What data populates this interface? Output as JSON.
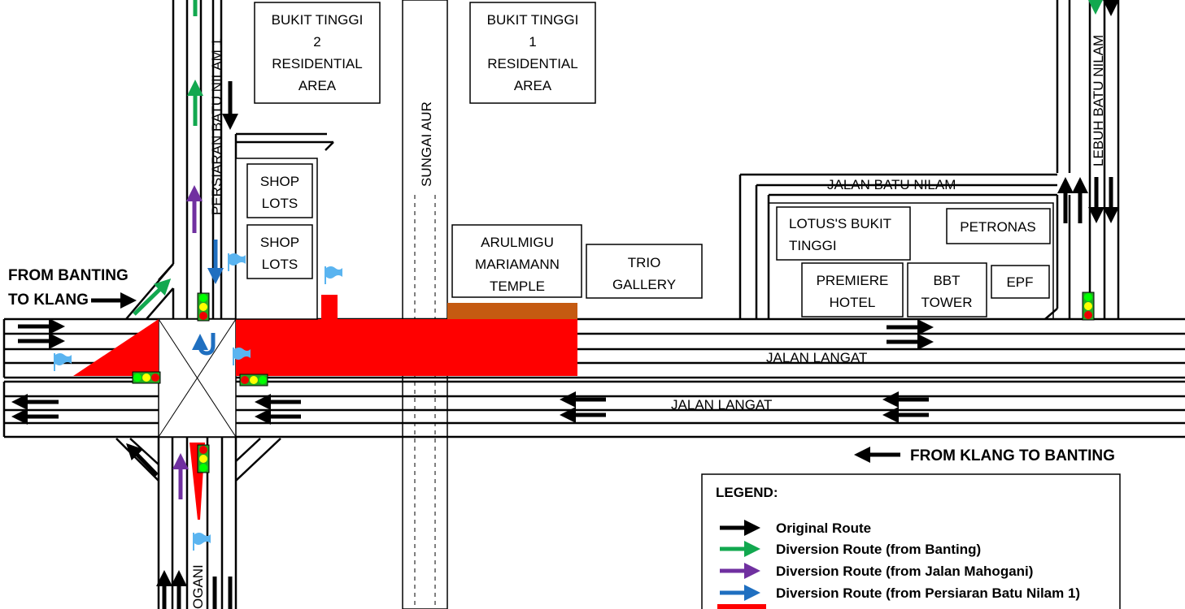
{
  "title": "Traffic diversion plan - Jalan Langat",
  "buildings": {
    "bukit_tinggi_2": [
      "BUKIT TINGGI",
      "2",
      "RESIDENTIAL",
      "AREA"
    ],
    "bukit_tinggi_1": [
      "BUKIT TINGGI",
      "1",
      "RESIDENTIAL",
      "AREA"
    ],
    "shop_lots_1": [
      "SHOP",
      "LOTS"
    ],
    "shop_lots_2": [
      "SHOP",
      "LOTS"
    ],
    "temple": [
      "ARULMIGU",
      "MARIAMANN",
      "TEMPLE"
    ],
    "trio": [
      "TRIO",
      "GALLERY"
    ],
    "lotus": [
      "LOTUS'S BUKIT",
      "TINGGI"
    ],
    "petronas": "PETRONAS",
    "premiere": [
      "PREMIERE",
      "HOTEL"
    ],
    "bbt": [
      "BBT",
      "TOWER"
    ],
    "epf": "EPF"
  },
  "roads": {
    "persiaran": "PERSIARAN BATU NILAM 1",
    "sungai": "SUNGAI AUR",
    "lebuh": "LEBUH BATU NILAM",
    "batu_nilam": "JALAN BATU NILAM",
    "langat_upper": "JALAN LANGAT",
    "langat_lower": "JALAN LANGAT",
    "mahogani": "OGANI"
  },
  "directions": {
    "from_banting": [
      "FROM BANTING",
      "TO KLANG"
    ],
    "from_klang": "FROM KLANG TO BANTING"
  },
  "legend": {
    "title": "LEGEND:",
    "items": [
      {
        "label": "Original Route",
        "color": "#000000"
      },
      {
        "label": "Diversion Route (from Banting)",
        "color": "#12a84f"
      },
      {
        "label": "Diversion Route (from Jalan Mahogani)",
        "color": "#7030a0"
      },
      {
        "label": "Diversion Route (from Persiaran Batu Nilam 1)",
        "color": "#1f6fc0"
      },
      {
        "label": "",
        "color": "#ff0000"
      }
    ]
  }
}
